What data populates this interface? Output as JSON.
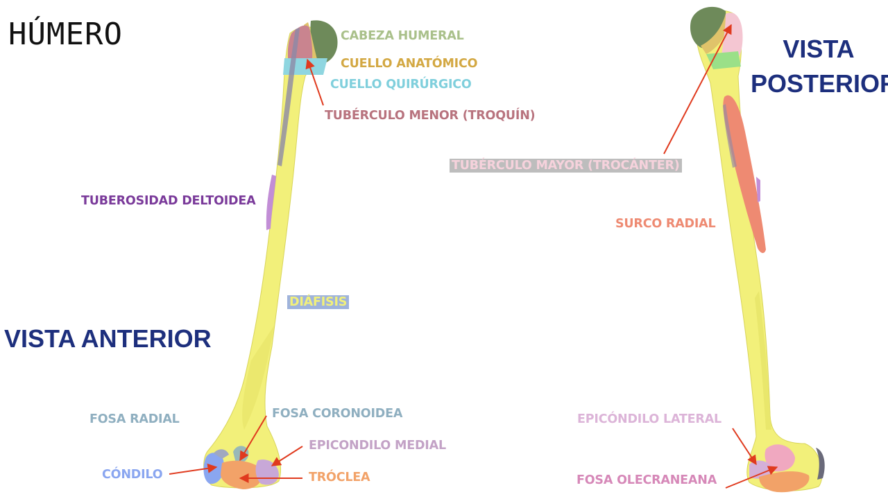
{
  "title": "HÚMERO",
  "views": {
    "anterior": "VISTA ANTERIOR",
    "posterior_line1": "VISTA",
    "posterior_line2": "POSTERIOR"
  },
  "labels": {
    "cabeza_humeral": "CABEZA HUMERAL",
    "cuello_anatomico": "CUELLO ANATÓMICO",
    "cuello_quirurgico": "CUELLO QUIRÚRGICO",
    "tuberculo_menor": "TUBÉRCULO MENOR (TROQUÍN)",
    "tuberculo_mayor": "TUBÉRCULO MAYOR (TROCÁNTER)",
    "tuberosidad_deltoidea": "TUBEROSIDAD DELTOIDEA",
    "surco_radial": "SURCO RADIAL",
    "diafisis": "DIÁFISIS",
    "fosa_coronoidea": "FOSA CORONOIDEA",
    "fosa_radial": "FOSA RADIAL",
    "epicondilo_medial": "EPICONDILO MEDIAL",
    "condilo": "CÓNDILO",
    "troclea": "TRÓCLEA",
    "epicondilo_lateral": "EPICÓNDILO LATERAL",
    "fosa_olecraneana": "FOSA OLECRANEANA"
  },
  "colors": {
    "bone_shaft": "#f2f07a",
    "head": "#6e8a5a",
    "anatomical_neck": "#e0c36a",
    "surgical_neck": "#8fd6e0",
    "lesser_tubercle": "#c9848f",
    "greater_tubercle": "#f4c6d2",
    "deltoid": "#c28ed6",
    "radial_groove": "#ee8a72",
    "condyle": "#8aa6f0",
    "trochlea": "#f2a268",
    "medial_epicondyle": "#c8a8d8",
    "coronoid": "#98b8b8",
    "arrow": "#e03a1e",
    "view_text": "#1d2f7d"
  }
}
